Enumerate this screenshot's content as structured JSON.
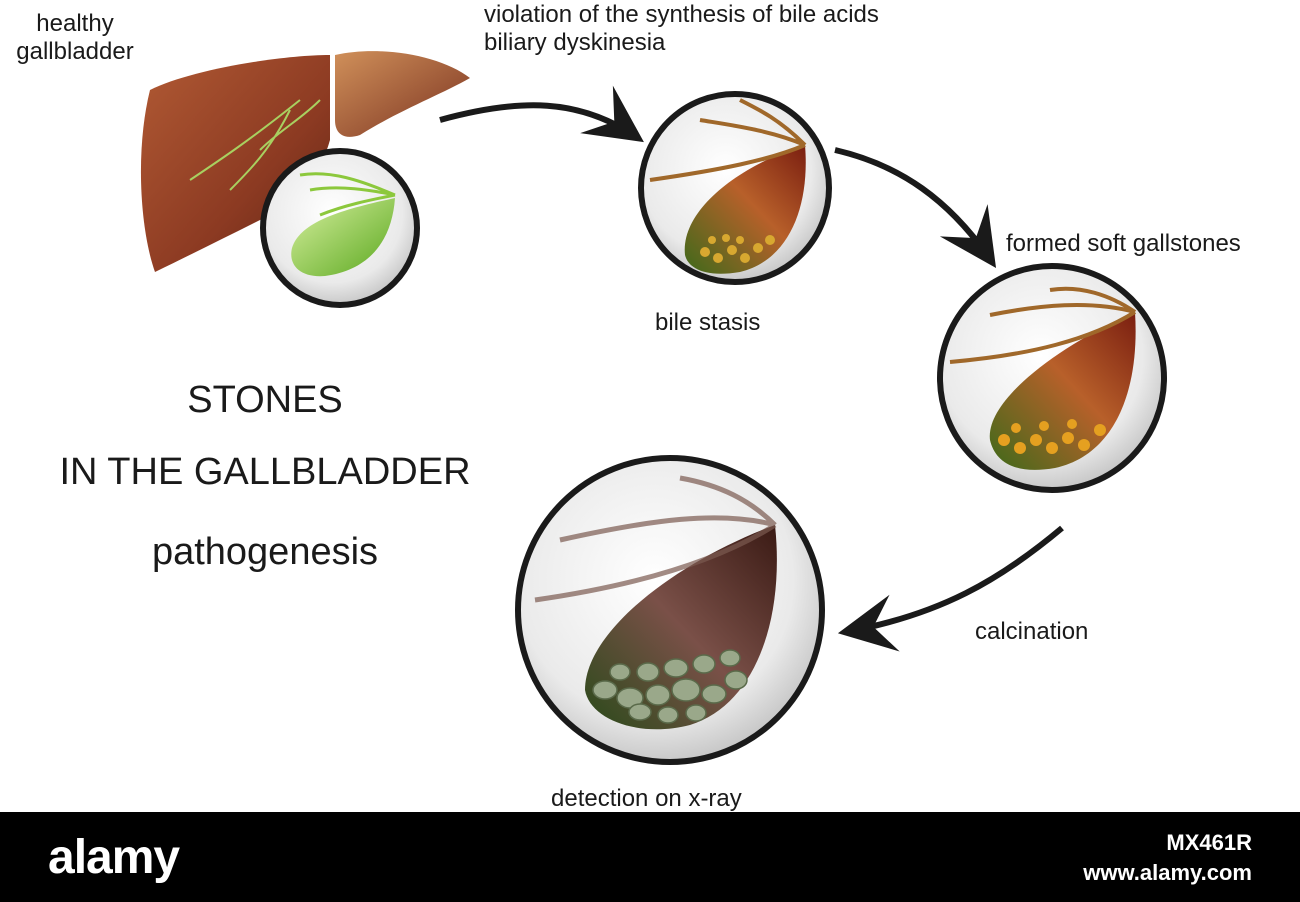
{
  "labels": {
    "healthy": "healthy\ngallbladder",
    "violation": "violation of the synthesis of bile acids\nbiliary dyskinesia",
    "bile_stasis": "bile stasis",
    "soft_gallstones": "formed soft gallstones",
    "calcination": "calcination",
    "xray": "detection on x-ray"
  },
  "title": {
    "line1": "STONES",
    "line2": "IN THE GALLBLADDER",
    "line3": "pathogenesis"
  },
  "footer": {
    "brand": "alamy",
    "image_id": "MX461R",
    "site": "www.alamy.com"
  },
  "colors": {
    "liver": "#8c3a22",
    "healthy_bile": "#7cc434",
    "stasis_bile": "#8a5a20",
    "stone": "#e5a020",
    "calcified": "#9aa88a",
    "ring": "#1a1a1a",
    "arrow": "#1a1a1a"
  }
}
